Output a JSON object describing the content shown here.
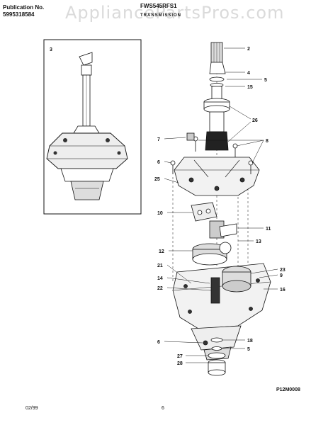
{
  "header": {
    "publication_label": "Publication No.",
    "publication_number": "5995318584",
    "model": "FWS545RFS1",
    "section_title": "TRANSMISSION",
    "watermark": "AppliancePartsPros.com"
  },
  "inset": {
    "callout": "3"
  },
  "callouts": [
    "2",
    "4",
    "5",
    "15",
    "26",
    "7",
    "8",
    "6",
    "25",
    "10",
    "11",
    "13",
    "12",
    "21",
    "14",
    "22",
    "23",
    "9",
    "16",
    "6",
    "18",
    "5",
    "27",
    "28"
  ],
  "reference_code": "P12M0008",
  "footer": {
    "date": "02/99",
    "page": "6"
  }
}
